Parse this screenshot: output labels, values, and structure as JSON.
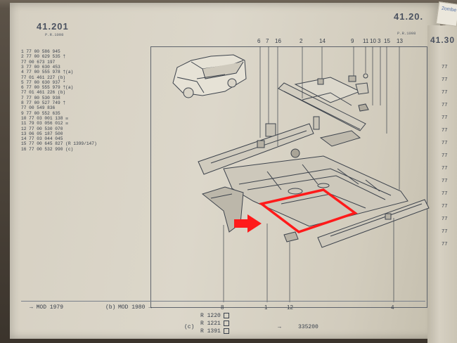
{
  "header": {
    "section_left": "41.201",
    "section_left_sub": "P.R.1098",
    "section_right": "41.20.",
    "section_right_sub": "P.R.1098",
    "right_page_section": "41.30",
    "tab_text": "2ombe"
  },
  "parts_list": [
    "1 77 00 586 945",
    "2 77 00 629 535 †",
    "  77 00 673 197",
    "3 77 00 630 453",
    "4 77 00 555 978 †(a)",
    "  77 01 461 227 (b)",
    "5 77 00 630 937 *",
    "6 77 00 555 979 †(a)",
    "  77 01 461 226 (b)",
    "7 77 00 530 938",
    "8 77 00 527 749 †",
    "  77 00 549 836",
    "9 77 00 552 635",
    "10 77 03 001 138 ☒",
    "11 79 03 056 012 ☒",
    "12 77 00 530 070",
    "13 06 05 187 500",
    "14 77 03 044 045",
    "15 77 00 645 827 (R 1399/147)",
    "16 77 00 532 990 (c)"
  ],
  "callouts_top": [
    "6",
    "7",
    "16",
    "2",
    "14",
    "9",
    "11",
    "10",
    "3",
    "15",
    "13"
  ],
  "callouts_bottom": [
    "8",
    "1",
    "12",
    "4"
  ],
  "footer": {
    "left": "→ MOD 1979",
    "middle_prefix": "(b)",
    "middle": "MOD 1980 →",
    "c_label": "(c)",
    "models": [
      "R 1220",
      "R 1221",
      "R 1391"
    ],
    "serial": "335200"
  },
  "right_page_numbers": [
    "77",
    "77",
    "77",
    "77",
    "77",
    "77",
    "77",
    "77",
    "77",
    "77",
    "77",
    "77",
    "77",
    "77",
    "77"
  ],
  "colors": {
    "highlight": "#ff1a1a",
    "ink": "#3a414c",
    "paper": "#d8d3c6"
  }
}
